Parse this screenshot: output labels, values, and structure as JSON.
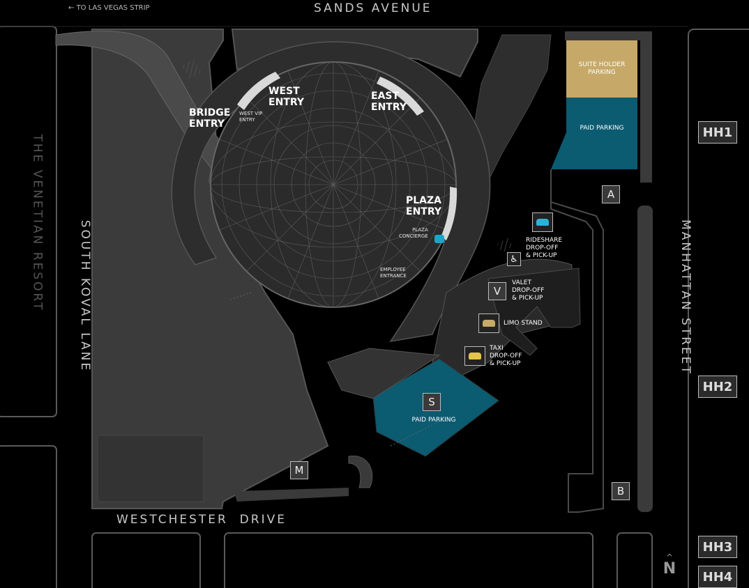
{
  "streets": {
    "top": "SANDS AVENUE",
    "bottom": "WESTCHESTER  DRIVE",
    "right": "MANHATTAN STREET",
    "left": "SOUTH KOVAL LANE",
    "far_left": "THE VENETIAN RESORT"
  },
  "strip_link": "TO LAS VEGAS STRIP",
  "entries": {
    "bridge": [
      "BRIDGE",
      "ENTRY"
    ],
    "west": [
      "WEST",
      "ENTRY"
    ],
    "west_vip": [
      "WEST VIP",
      "ENTRY"
    ],
    "east": [
      "EAST",
      "ENTRY"
    ],
    "plaza": [
      "PLAZA",
      "ENTRY"
    ],
    "plaza_concierge": [
      "PLAZA",
      "CONCIERGE"
    ],
    "employee": [
      "EMPLOYEE",
      "ENTRANCE"
    ]
  },
  "services": {
    "rideshare": [
      "RIDESHARE",
      "DROP-OFF",
      "& PICK-UP"
    ],
    "valet": [
      "VALET",
      "DROP-OFF",
      "& PICK-UP"
    ],
    "limo": "LIMO STAND",
    "taxi": [
      "TAXI",
      "DROP-OFF",
      "& PICK-UP"
    ],
    "valet_letter": "V"
  },
  "parking": {
    "suite": [
      "SUITE HOLDER",
      "PARKING"
    ],
    "paid_north": "PAID PARKING",
    "paid_south": "PAID PARKING",
    "s_letter": "S"
  },
  "markers": {
    "a": "A",
    "b": "B",
    "m": "M"
  },
  "highways": {
    "hh1": "HH1",
    "hh2": "HH2",
    "hh3": "HH3",
    "hh4": "HH4"
  },
  "north": "N",
  "colors": {
    "building": "#3a3a3a",
    "road_edge": "#4a4a4a",
    "paid": "#0b5b71",
    "suite": "#c6a969",
    "sphere": "#2a2a2a"
  },
  "icons": [
    "arrow-left-icon",
    "rideshare-car-icon",
    "accessible-icon",
    "limo-car-icon",
    "taxi-car-icon",
    "concierge-icon",
    "north-arrow-icon"
  ]
}
